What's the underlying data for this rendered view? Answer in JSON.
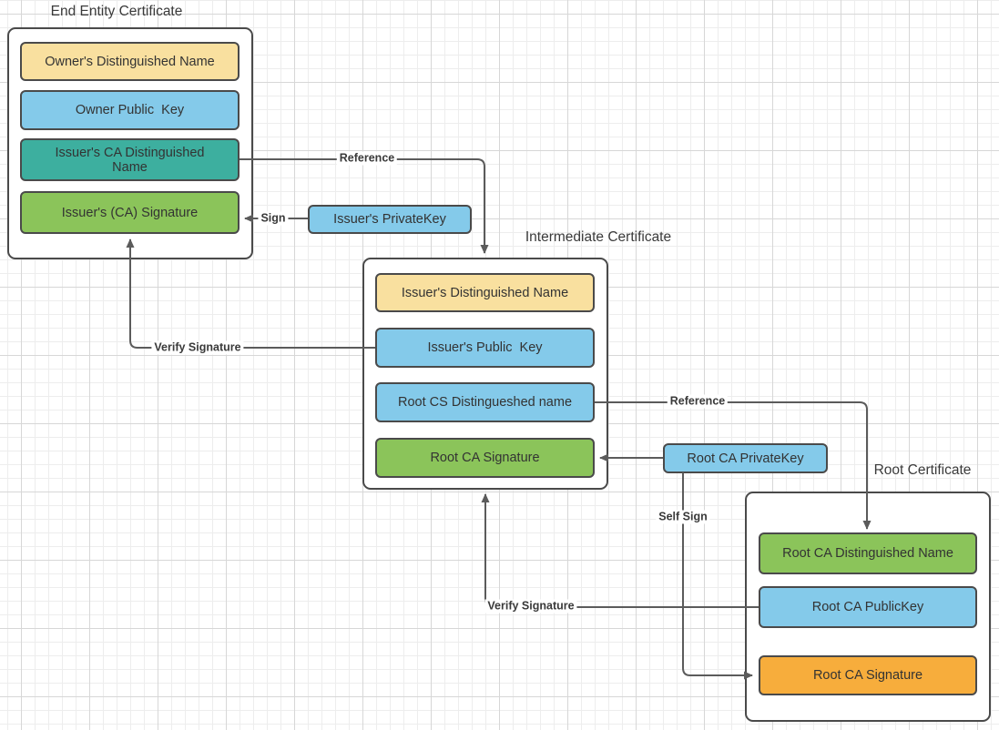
{
  "colors": {
    "yellow": "#F9E09F",
    "blue": "#84CAEA",
    "teal": "#3DAF9F",
    "green": "#8BC45A",
    "orange": "#F7AD3C",
    "line": "#5B5B5B",
    "box_border": "#4A4A4A",
    "text": "#3A3A3A"
  },
  "certificates": [
    {
      "title": "End Entity Certificate",
      "fields": [
        {
          "label": "Owner's Distinguished Name",
          "color": "yellow"
        },
        {
          "label": "Owner Public  Key",
          "color": "blue"
        },
        {
          "label": "Issuer's CA Distinguished\nName",
          "color": "teal"
        },
        {
          "label": "Issuer's (CA) Signature",
          "color": "green"
        }
      ]
    },
    {
      "title": "Intermediate Certificate",
      "fields": [
        {
          "label": "Issuer's Distinguished Name",
          "color": "yellow"
        },
        {
          "label": "Issuer's Public  Key",
          "color": "blue"
        },
        {
          "label": "Root CS Distingueshed name",
          "color": "blue"
        },
        {
          "label": "Root CA Signature",
          "color": "green"
        }
      ]
    },
    {
      "title": "Root Certificate",
      "fields": [
        {
          "label": "Root CA Distinguished Name",
          "color": "green"
        },
        {
          "label": "Root CA PublicKey",
          "color": "blue"
        },
        {
          "label": "Root CA Signature",
          "color": "orange"
        }
      ]
    }
  ],
  "keys": [
    {
      "label": "Issuer's PrivateKey",
      "color": "blue"
    },
    {
      "label": "Root CA PrivateKey",
      "color": "blue"
    }
  ],
  "edges": [
    {
      "label": "Reference"
    },
    {
      "label": "Sign"
    },
    {
      "label": "Verify Signature"
    },
    {
      "label": "Reference"
    },
    {
      "label": "Self Sign"
    },
    {
      "label": "Verify Signature"
    }
  ]
}
